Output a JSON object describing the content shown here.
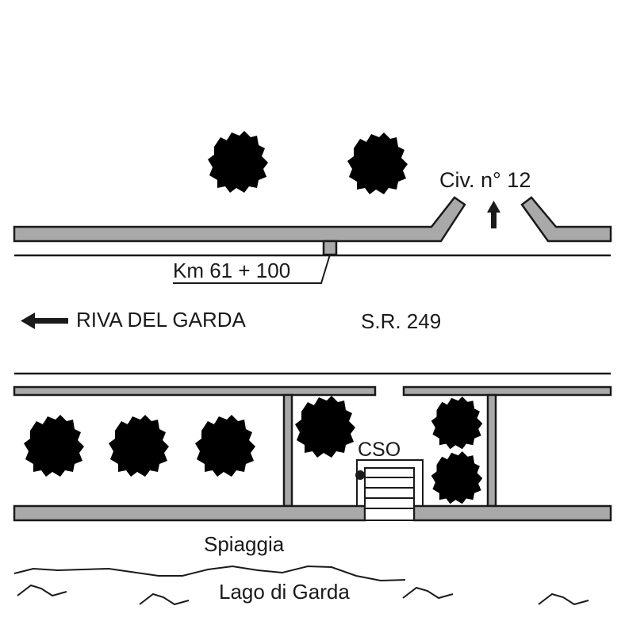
{
  "labels": {
    "civic_number": "Civ. n° 12",
    "kilometer_marker": "Km 61 + 100",
    "direction": "RIVA DEL GARDA",
    "road_name": "S.R. 249",
    "cso": "CSO",
    "beach": "Spiaggia",
    "lake": "Lago di Garda"
  },
  "colors": {
    "tree": "#4cb848",
    "wall": "#a9a9a9",
    "line": "#1a1a1a"
  },
  "icons": {
    "direction_arrow": "arrow-left-icon",
    "entrance_arrow": "arrow-up-icon",
    "tree": "tree-icon"
  }
}
